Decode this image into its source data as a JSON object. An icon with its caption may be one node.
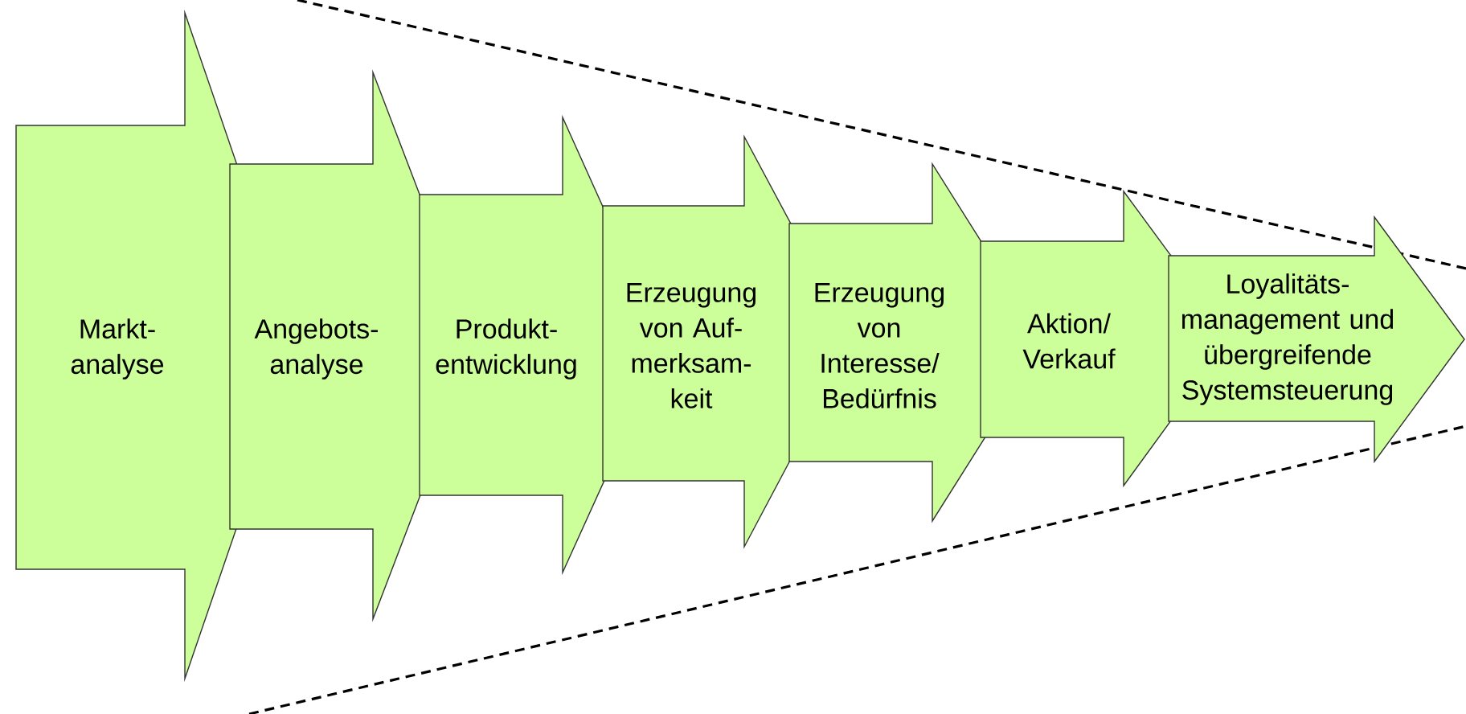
{
  "diagram": {
    "nodes": [
      {
        "text": [
          "Markt- analyse"
        ]
      },
      {
        "text": [
          "Angebots- analyse"
        ]
      },
      {
        "text": [
          "Produkt- entwicklung"
        ]
      },
      {
        "text": [
          "Erzeugung von Auf- merksam- keit"
        ]
      },
      {
        "text": [
          "Erzeugung von Interesse/ Bedürfnis"
        ]
      },
      {
        "text": [
          "Aktion/ Verkauf"
        ]
      },
      {
        "text": [
          "Loyalitäts- management und übergreifende Systemsteuerung"
        ]
      }
    ]
  }
}
